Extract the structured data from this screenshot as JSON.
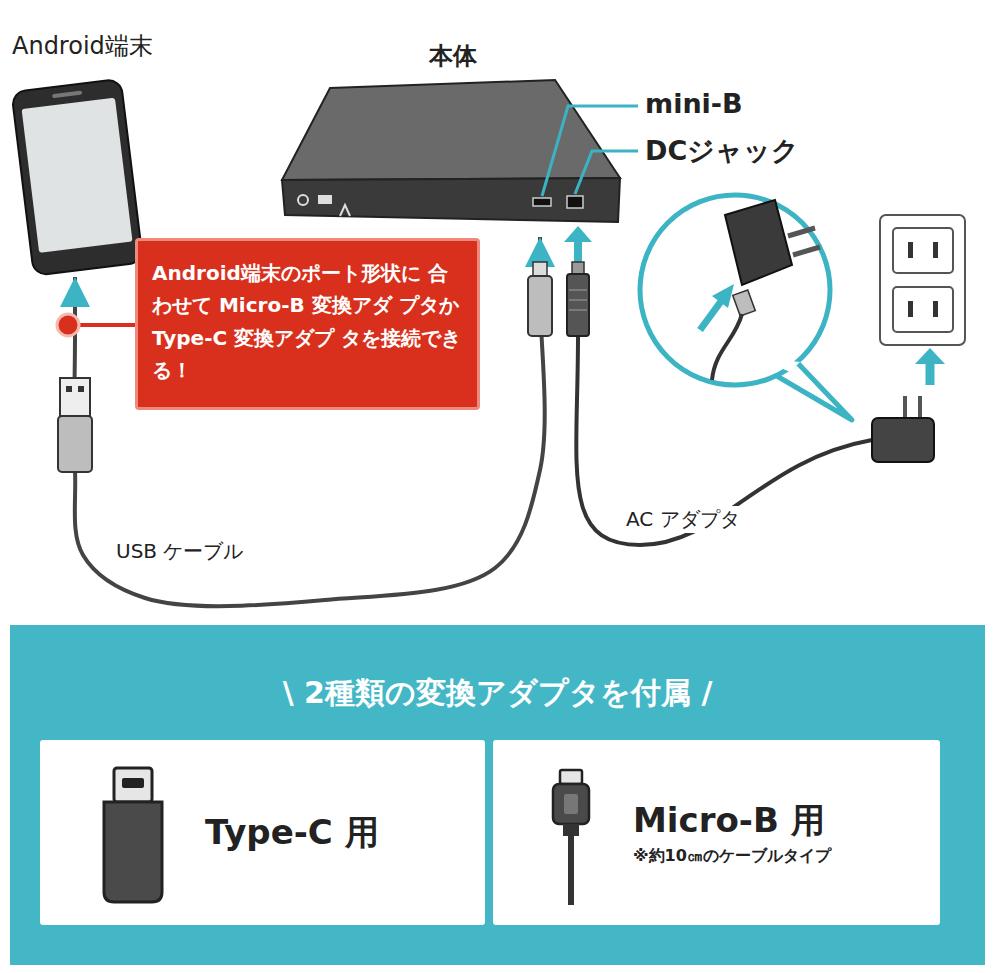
{
  "diagram": {
    "nodes": [
      {
        "text": [
          "Android端末"
        ]
      },
      {
        "text": [
          "本体"
        ]
      },
      {
        "text": [
          "Android端末のポート形状に 合わせて Micro-B 変換アダ プタか Type-C 変換アダプ タを接続できる！"
        ]
      },
      {
        "text": [
          "\\ 2種類の変換アダプタを付属 /"
        ]
      },
      {
        "text": [
          "Type-C 用"
        ],
        "in": 3
      },
      {
        "text": [
          "Micro-B 用",
          "※約10㎝のケーブルタイプ"
        ],
        "in": 3
      }
    ],
    "edges": [
      {
        "from": 0,
        "to": 1,
        "arrow": "both",
        "label": "USB ケーブル"
      }
    ],
    "labels": [
      "mini-B",
      "DCジャック",
      "AC アダプタ"
    ]
  }
}
